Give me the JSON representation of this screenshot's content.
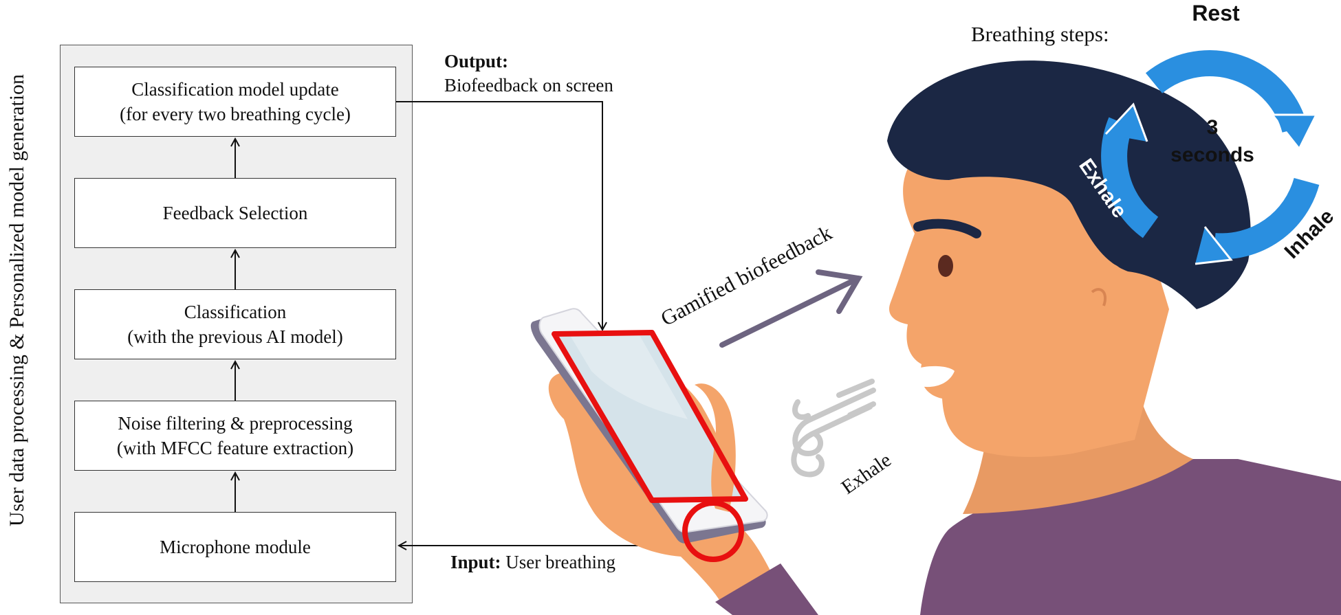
{
  "side_label": "User data processing & Personalized model generation",
  "pipeline": {
    "update": {
      "line1": "Classification model update",
      "line2": "(for every two breathing cycle)"
    },
    "feedback_selection": {
      "line1": "Feedback Selection"
    },
    "classification": {
      "line1": "Classification",
      "line2": "(with the previous AI model)"
    },
    "noise_filtering": {
      "line1": "Noise filtering & preprocessing",
      "line2": "(with MFCC feature extraction)"
    },
    "microphone": {
      "line1": "Microphone module"
    }
  },
  "output": {
    "label": "Output:",
    "text": "Biofeedback on screen"
  },
  "input": {
    "label": "Input:",
    "text": "User breathing"
  },
  "gamified_label": "Gamified biofeedback",
  "exhale_label": "Exhale",
  "breathing_steps": {
    "title": "Breathing steps:",
    "rest": "Rest",
    "inhale": "Inhale",
    "exhale": "Exhale",
    "center_number": "3",
    "center_unit": "seconds"
  },
  "colors": {
    "cycle_blue": "#2a8fe0",
    "highlight_red": "#e81010",
    "hair": "#1b2744",
    "skin": "#f4a46a",
    "shirt": "#775078",
    "arrow_gray": "#6d6480"
  },
  "icons": [
    "wind-icon",
    "smartphone-icon",
    "cycle-arrows-icon"
  ]
}
